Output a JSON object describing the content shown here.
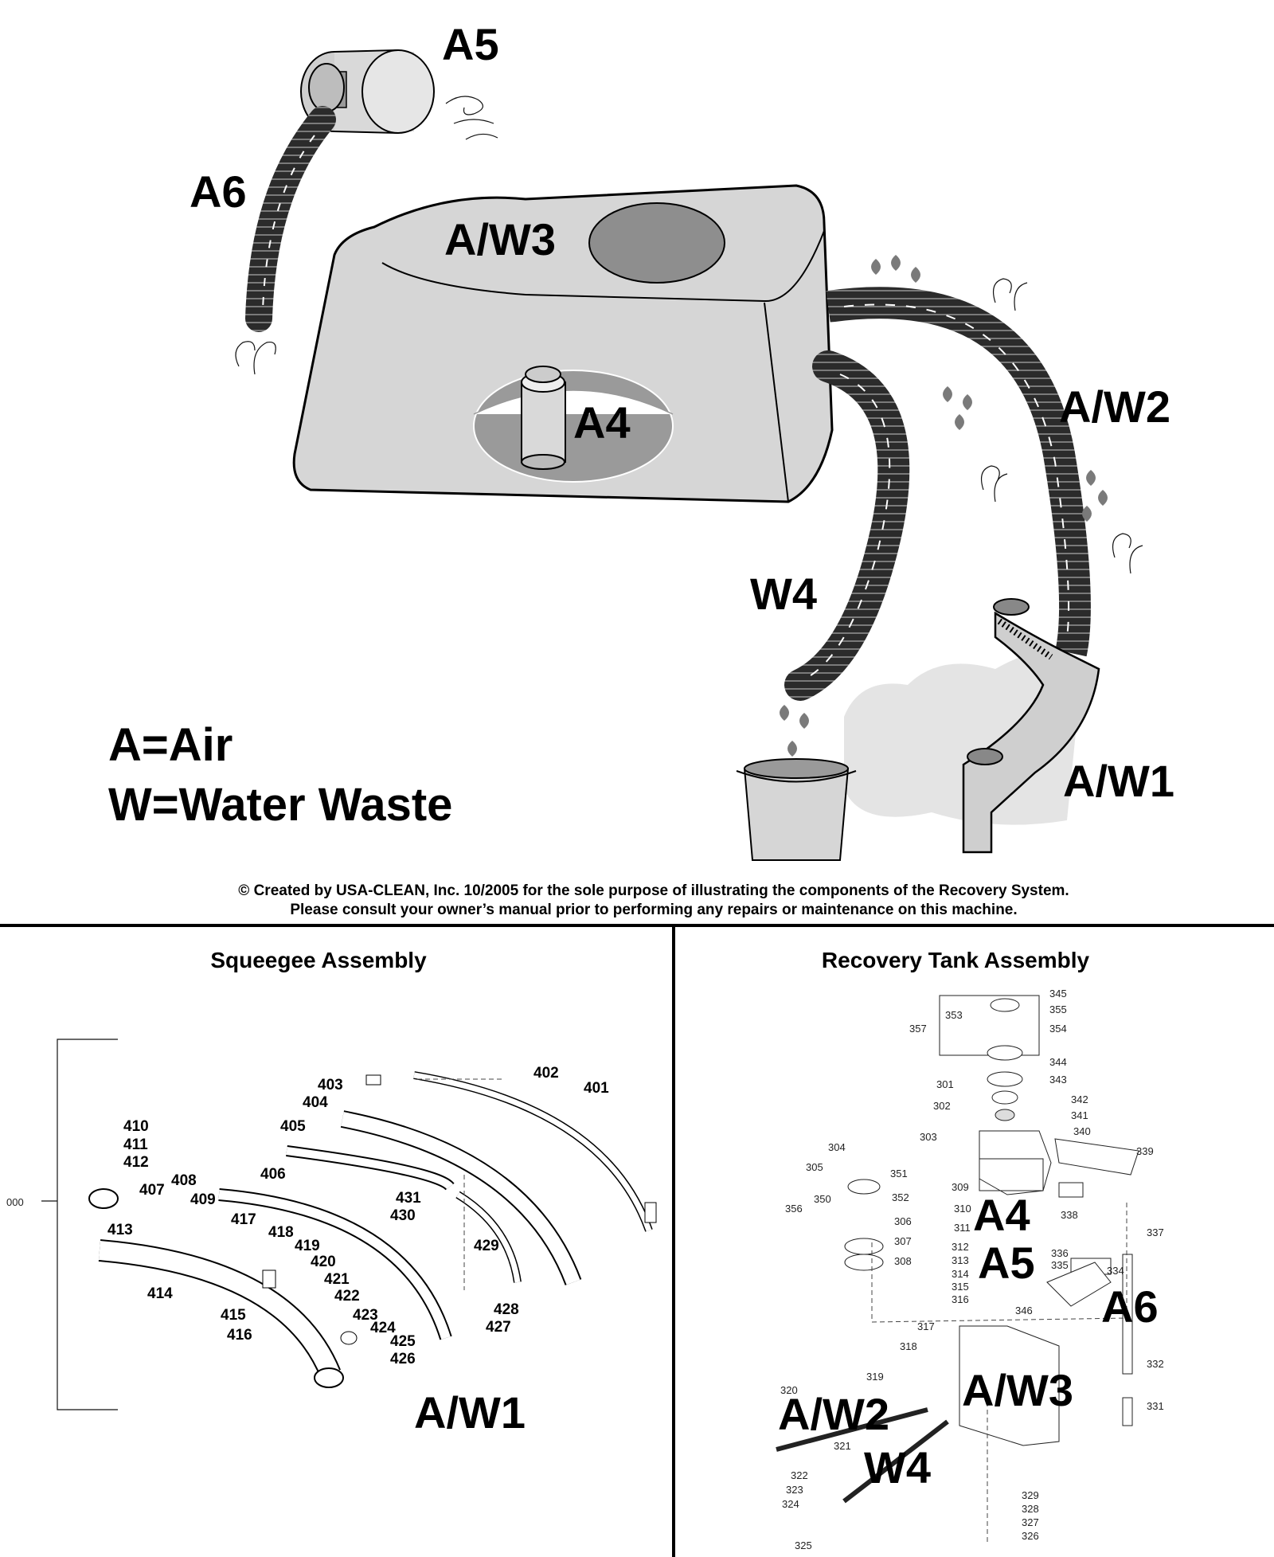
{
  "top_diagram": {
    "labels": {
      "a5": "A5",
      "a6": "A6",
      "aw3": "A/W3",
      "a4": "A4",
      "aw2": "A/W2",
      "w4": "W4",
      "aw1": "A/W1"
    },
    "legend": {
      "air": "A=Air",
      "water": "W=Water Waste"
    },
    "copyright_line1": "© Created by USA-CLEAN, Inc. 10/2005 for the sole purpose of illustrating the components of the Recovery System.",
    "copyright_line2": "Please consult your owner’s manual prior to performing any repairs or maintenance on this machine."
  },
  "squeegee_assembly": {
    "title": "Squeegee Assembly",
    "bracket_label": "000",
    "overlay_label": "A/W1",
    "parts": [
      "401",
      "402",
      "403",
      "404",
      "405",
      "406",
      "407",
      "408",
      "409",
      "410",
      "411",
      "412",
      "413",
      "414",
      "415",
      "416",
      "417",
      "418",
      "419",
      "420",
      "421",
      "422",
      "423",
      "424",
      "425",
      "426",
      "427",
      "428",
      "429",
      "430",
      "431"
    ]
  },
  "recovery_tank_assembly": {
    "title": "Recovery Tank Assembly",
    "overlay_labels": {
      "a4": "A4",
      "a5": "A5",
      "a6": "A6",
      "aw2": "A/W2",
      "aw3": "A/W3",
      "w4": "W4"
    },
    "parts": [
      "301",
      "302",
      "303",
      "304",
      "305",
      "306",
      "307",
      "308",
      "309",
      "310",
      "311",
      "312",
      "313",
      "314",
      "315",
      "316",
      "317",
      "318",
      "319",
      "320",
      "321",
      "322",
      "323",
      "324",
      "325",
      "326",
      "327",
      "328",
      "329",
      "331",
      "332",
      "334",
      "335",
      "336",
      "337",
      "338",
      "339",
      "340",
      "341",
      "342",
      "343",
      "344",
      "345",
      "346",
      "350",
      "351",
      "352",
      "353",
      "354",
      "355",
      "356",
      "357"
    ]
  },
  "colors": {
    "tank_fill": "#d6d6d6",
    "hose": "#2b2b2b",
    "water": "#9a9a9a",
    "line": "#000000"
  }
}
